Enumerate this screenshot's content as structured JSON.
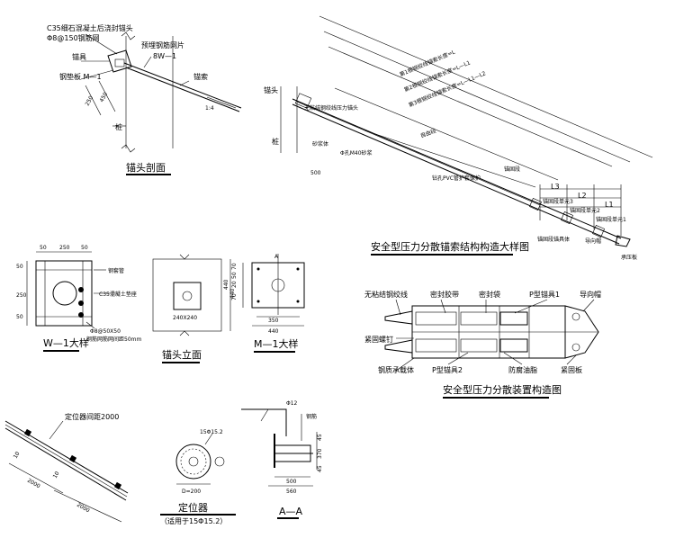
{
  "anchor_section": {
    "title": "锚头剖面",
    "labels": {
      "concrete": "C35细石混凝土后浇封锚头",
      "mesh": "Φ8@150钢筋网",
      "anchor_head": "锚具",
      "steel_plate": "钢垫板 M—1",
      "embedded_mesh": "预埋钢筋网片",
      "mesh_code": "8W—1",
      "cable": "锚索",
      "pile": "桩",
      "slope_ratio": "1:4",
      "dim_250": "250",
      "dim_450": "450"
    }
  },
  "w1_detail": {
    "title": "W—1大样",
    "labels": {
      "top_dims": [
        "50",
        "250",
        "50"
      ],
      "left_dims": [
        "50",
        "250",
        "50"
      ],
      "pipe": "钢套管",
      "concrete_pad": "C35混凝土垫座",
      "rebar": "Φ8@50X50",
      "note": "钢筋网筋网间距50mm"
    }
  },
  "elevation": {
    "title": "锚头立面",
    "labels": {
      "size": "240X240",
      "dim_440": "440"
    }
  },
  "m1_detail": {
    "title": "M—1大样",
    "labels": {
      "section_mark": "A",
      "dim_350": "350",
      "dim_440": "440",
      "left_dims": [
        "440",
        "70",
        "50",
        "20",
        "70"
      ]
    }
  },
  "main_structure": {
    "title": "安全型压力分散锚索结构构造大样图",
    "labels": {
      "length_l": "第1根钢绞线锚索长度=L",
      "length_l1": "第2根钢绞线锚索长度=L—L1",
      "length_l2": "第3根钢绞线锚索长度=L—L1—L2",
      "anchor": "锚头",
      "unbonded": "无粘结钢绞线压力锚头",
      "pile": "桩",
      "grout": "砂浆体",
      "pipe": "Φ孔M40砂浆",
      "free_section": "自由段",
      "hole": "钻孔PVC管护套保护",
      "anchor_section": "锚固段",
      "l3": "L3",
      "l2": "L2",
      "l1": "L1",
      "unit_3": "锚固段单元3",
      "unit_2": "锚固段单元2",
      "unit_1": "锚固段单元1",
      "anchor_body": "锚固段锚具体",
      "guide_cap": "导向帽",
      "plate": "承压板",
      "dim_500": "500"
    }
  },
  "device": {
    "title": "安全型压力分散装置构造图",
    "labels": {
      "unbonded": "无粘结钢绞线",
      "seal_tape": "密封胶带",
      "seal_sleeve": "密封袋",
      "p_anchor1": "P型锚具1",
      "guide_cap": "导向帽",
      "bolt": "紧固螺钉",
      "carrier": "钢质承载体",
      "p_anchor2": "P型锚具2",
      "grease": "防腐油脂",
      "tight_plate": "紧固板"
    }
  },
  "centralizer_section": {
    "labels": {
      "spacing": "定位器间距2000",
      "d10a": "10",
      "d10b": "10",
      "dim_2000a": "2000",
      "dim_2000b": "2000"
    }
  },
  "centralizer": {
    "title": "定位器",
    "subtitle": "（适用于15Φ15.2）",
    "labels": {
      "strand": "15Φ15.2",
      "diameter": "D=200"
    }
  },
  "aa_section": {
    "title": "A—A",
    "labels": {
      "rod": "Φ12",
      "rebar": "钢筋",
      "dim_45a": "45",
      "dim_370": "370",
      "dim_45b": "45",
      "dim_500": "500",
      "dim_560": "560"
    }
  }
}
